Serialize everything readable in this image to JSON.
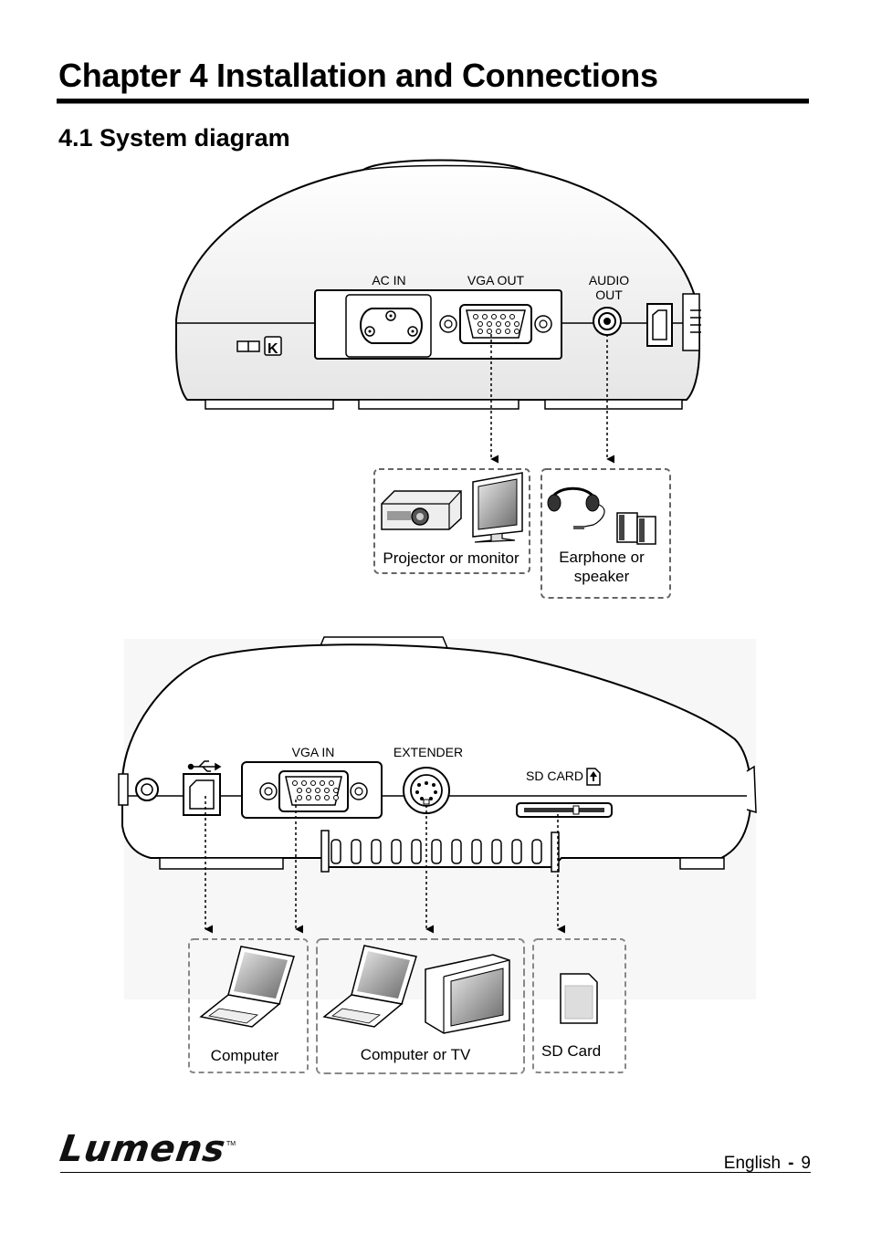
{
  "chapter": {
    "title": "Chapter 4 Installation and Connections"
  },
  "section": {
    "title": "4.1 System diagram"
  },
  "top_device": {
    "ports": {
      "ac_in": "AC IN",
      "vga_out": "VGA OUT",
      "audio_out_line1": "AUDIO",
      "audio_out_line2": "OUT"
    },
    "targets": {
      "projector_monitor": "Projector or monitor",
      "earphone_line1": "Earphone or",
      "earphone_line2": "speaker"
    }
  },
  "bottom_device": {
    "ports": {
      "vga_in": "VGA IN",
      "extender": "EXTENDER",
      "sd_card": "SD CARD"
    },
    "targets": {
      "computer": "Computer",
      "computer_tv": "Computer or TV",
      "sd_card": "SD Card"
    }
  },
  "footer": {
    "brand": "Lumens",
    "trademark": "TM",
    "language": "English",
    "separator": "-",
    "page_number": "9"
  }
}
